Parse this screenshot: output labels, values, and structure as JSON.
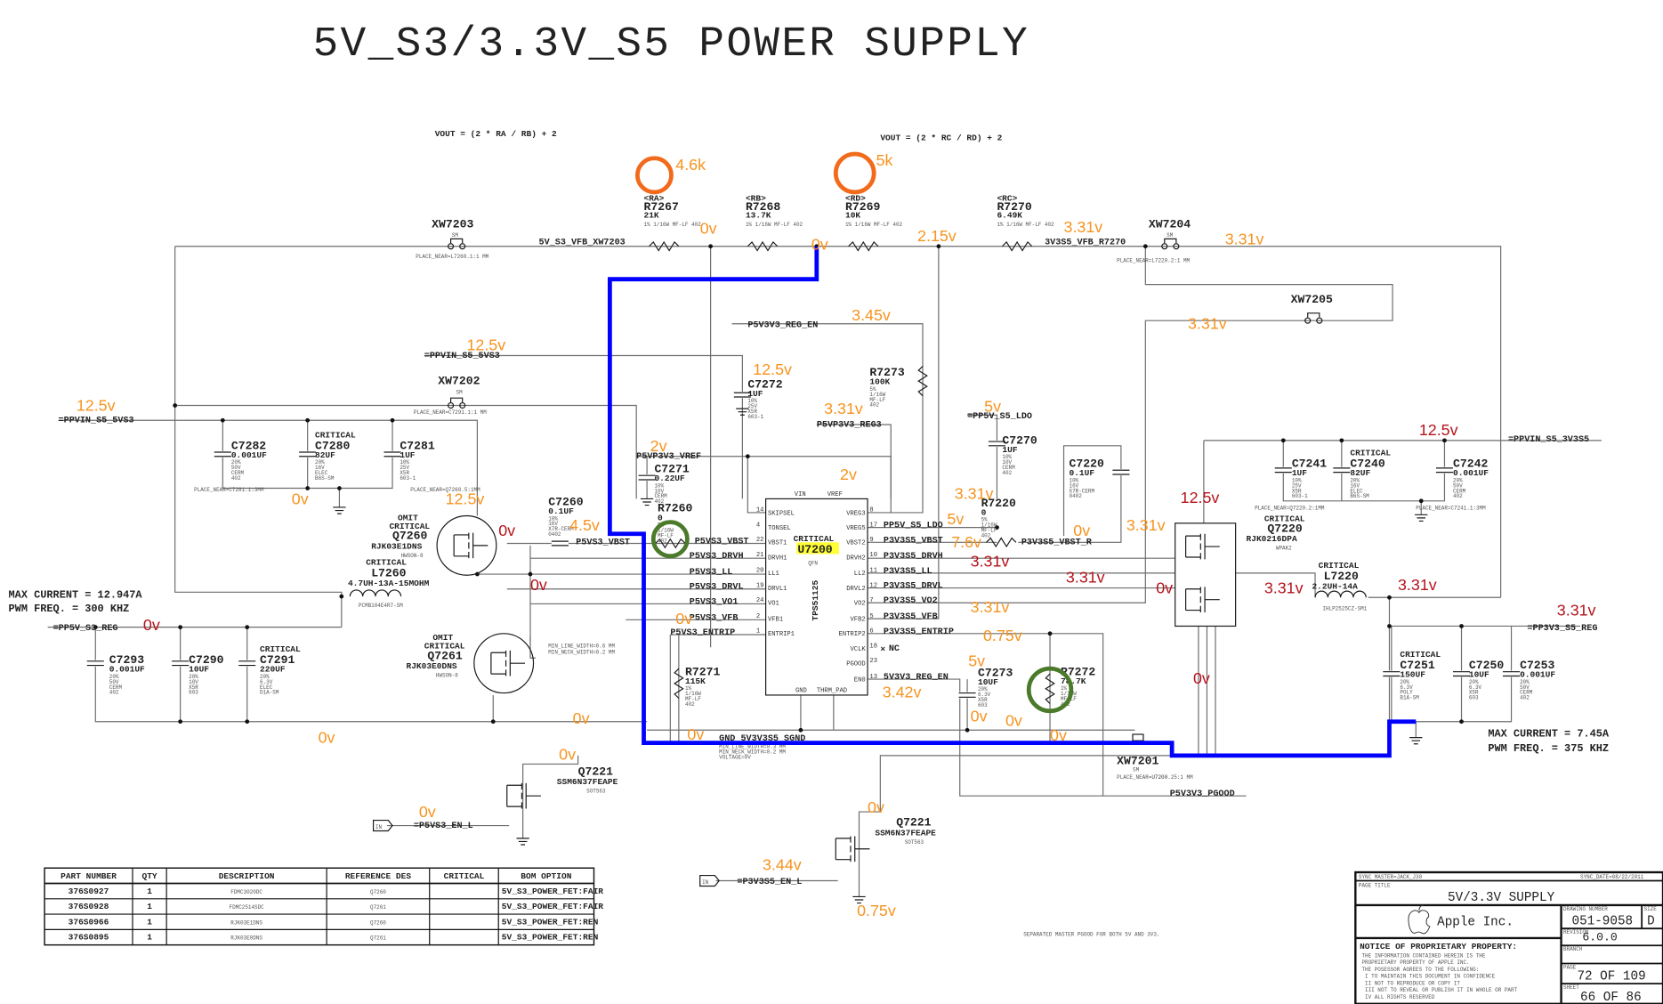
{
  "title": "5V_S3/3.3V_S5 POWER SUPPLY",
  "formulas": {
    "left": "VOUT = (2 * RA / RB) + 2",
    "right": "VOUT = (2 * RC / RD) + 2"
  },
  "colors": {
    "annotation_orange": "#f7931e",
    "annotation_red": "#b5121b",
    "highlight_path": "#0000ff",
    "green_marker": "#4a7a2a",
    "ref_highlight": "#ffff33"
  },
  "annotations": {
    "ra_measured": "4.6k",
    "rd_measured": "5k",
    "v": [
      "0v",
      "0v",
      "2.15v",
      "3.31v",
      "3.31v",
      "3.45v",
      "12.5v",
      "12.5v",
      "12.5v",
      "3.31v",
      "3.31v",
      "5v",
      "2v",
      "2v",
      "4.5v",
      "0v",
      "12.5v",
      "0v",
      "0v",
      "0v",
      "5v",
      "7.6v",
      "3.31v",
      "3.31v",
      "3.31v",
      "0.75v",
      "5v",
      "3.42v",
      "0v",
      "0v",
      "0v",
      "0v",
      "0v",
      "0v",
      "0v",
      "3.44v",
      "0.75v",
      "0v",
      "0v",
      "7.6v"
    ],
    "vr": [
      "12.5v",
      "12.5v",
      "0v",
      "3.31v",
      "3.31v",
      "3.31v",
      "0v",
      "3.31v",
      "0v",
      "0v"
    ]
  },
  "components": {
    "xw7203": {
      "ref": "XW7203",
      "type": "SM",
      "place": "PLACE_NEAR=L7260.1:1 MM"
    },
    "xw7204": {
      "ref": "XW7204",
      "type": "SM",
      "place": "PLACE_NEAR=L7220.2:1 MM"
    },
    "xw7205": {
      "ref": "XW7205"
    },
    "xw7202": {
      "ref": "XW7202",
      "type": "SM",
      "place": "PLACE_NEAR=C7291.1:1 MM"
    },
    "xw7201": {
      "ref": "XW7201",
      "type": "SM",
      "place_pre": "PLACE_NEAR=",
      "place_ref": "U7200",
      "place_post": ".25:1 MM"
    },
    "r7267": {
      "tag": "<RA>",
      "ref": "R7267",
      "value": "21K",
      "spec": "1% 1/16W MF-LF 402"
    },
    "r7268": {
      "tag": "<RB>",
      "ref": "R7268",
      "value": "13.7K",
      "spec": "1% 1/16W MF-LF 402"
    },
    "r7269": {
      "tag": "<RD>",
      "ref": "R7269",
      "value": "10K",
      "spec": "1% 1/16W MF-LF 402"
    },
    "r7270": {
      "tag": "<RC>",
      "ref": "R7270",
      "value": "6.49K",
      "spec": "1% 1/16W MF-LF 402"
    },
    "r7273": {
      "ref": "R7273",
      "value": "100K",
      "spec": "5% 1/16W MF-LF 402"
    },
    "r7260": {
      "ref": "R7260",
      "value": "0",
      "spec": "5% 1/16W MF-LF 402"
    },
    "r7220": {
      "ref": "R7220",
      "value": "0",
      "spec": "5% 1/16W MF-LF 402"
    },
    "r7271": {
      "ref": "R7271",
      "value": "115K",
      "spec": "1% 1/16W MF-LF 402"
    },
    "r7272": {
      "ref": "R7272",
      "value": "78.7K",
      "spec": "1% 1/16W MF-LF 402"
    },
    "c7272": {
      "ref": "C7272",
      "value": "1UF",
      "spec": "10% 25V X5R 603-1"
    },
    "c7271": {
      "ref": "C7271",
      "value": "0.22UF",
      "spec": "10% 10V CERM 402"
    },
    "c7270": {
      "ref": "C7270",
      "value": "1UF",
      "spec": "10% 10V CERM 402"
    },
    "c7260": {
      "ref": "C7260",
      "value": "0.1UF",
      "spec": "10% 16V X7R-CERM 0402"
    },
    "c7220": {
      "ref": "C7220",
      "value": "0.1UF",
      "spec": "10% 16V X7R-CERM 0402"
    },
    "c7273": {
      "ref": "C7273",
      "value": "10UF",
      "spec": "20% 6.3V X5R 603"
    },
    "c7282": {
      "ref": "C7282",
      "value": "0.001UF",
      "spec": "20% 50V CERM 402",
      "place": "PLACE_NEAR=C7281.1:3MM"
    },
    "c7280": {
      "tag": "CRITICAL",
      "ref": "C7280",
      "value": "82UF",
      "spec": "20% 16V ELEC B6S-SM"
    },
    "c7281": {
      "ref": "C7281",
      "value": "1UF",
      "spec": "10% 25V X5R 603-1",
      "place": "PLACE_NEAR=Q7260.5:1MM"
    },
    "c7241": {
      "ref": "C7241",
      "value": "1UF",
      "spec": "10% 25V X5R 603-1",
      "place": "PLACE_NEAR=Q7220.2:1MM"
    },
    "c7240": {
      "tag": "CRITICAL",
      "ref": "C7240",
      "value": "82UF",
      "spec": "20% 16V ELEC B6S-SM"
    },
    "c7242": {
      "ref": "C7242",
      "value": "0.001UF",
      "spec": "20% 50V CERM 402",
      "place": "PLACE_NEAR=C7241.1:3MM"
    },
    "c7293": {
      "ref": "C7293",
      "value": "0.001UF",
      "spec": "20% 50V CERM 402"
    },
    "c7290": {
      "ref": "C7290",
      "value": "10UF",
      "spec": "20% 10V X5R 603"
    },
    "c7291": {
      "tag": "CRITICAL",
      "ref": "C7291",
      "value": "220UF",
      "spec": "20% 6.3V ELEC D1A-SM"
    },
    "c7251": {
      "tag": "CRITICAL",
      "ref": "C7251",
      "value": "150UF",
      "spec": "20% 6.3V POLY B1A-SM"
    },
    "c7250": {
      "ref": "C7250",
      "value": "10UF",
      "spec": "20% 6.3V X5R 603"
    },
    "c7253": {
      "ref": "C7253",
      "value": "0.001UF",
      "spec": "20% 50V CERM 402"
    },
    "q7260": {
      "omit": "OMIT",
      "tag": "CRITICAL",
      "ref": "Q7260",
      "part": "RJK03E1DNS",
      "pkg": "HWSON-8"
    },
    "q7261": {
      "omit": "OMIT",
      "tag": "CRITICAL",
      "ref": "Q7261",
      "part": "RJK03E0DNS",
      "pkg": "HWSON-8"
    },
    "q7220": {
      "tag": "CRITICAL",
      "ref": "Q7220",
      "part": "RJK0216DPA",
      "pkg": "WPAK2"
    },
    "q7221a": {
      "ref": "Q7221",
      "part": "SSM6N37FEAPE",
      "pkg": "SOT563"
    },
    "q7221b": {
      "ref": "Q7221",
      "part": "SSM6N37FEAPE",
      "pkg": "SOT563"
    },
    "l7260": {
      "tag": "CRITICAL",
      "ref": "L7260",
      "value": "4.7UH-13A-15MOHM",
      "pkg": "PCMB104E4R7-SM"
    },
    "l7220": {
      "tag": "CRITICAL",
      "ref": "L7220",
      "value": "2.2UH-14A",
      "pkg": "IHLP2525CZ-SM1"
    },
    "u7200": {
      "tag": "CRITICAL",
      "ref": "U7200",
      "pkg": "QFN",
      "part": "TPS51125",
      "left_pins": [
        [
          "14",
          "SKIPSEL"
        ],
        [
          "4",
          "TONSEL"
        ],
        [
          "22",
          "VBST1"
        ],
        [
          "21",
          "DRVH1"
        ],
        [
          "20",
          "LL1"
        ],
        [
          "19",
          "DRVL1"
        ],
        [
          "24",
          "VO1"
        ],
        [
          "2",
          "VFB1"
        ],
        [
          "1",
          "ENTRIP1"
        ]
      ],
      "right_pins": [
        [
          "8",
          "VREG3"
        ],
        [
          "17",
          "VREG5"
        ],
        [
          "9",
          "VBST2"
        ],
        [
          "10",
          "DRVH2"
        ],
        [
          "11",
          "LL2"
        ],
        [
          "12",
          "DRVL2"
        ],
        [
          "7",
          "VO2"
        ],
        [
          "5",
          "VFB2"
        ],
        [
          "6",
          "ENTRIP2"
        ],
        [
          "18",
          "VCLK"
        ],
        [
          "23",
          "PGOOD"
        ],
        [
          "13",
          "EN0"
        ]
      ],
      "top_pins": [
        [
          "16",
          "VIN"
        ],
        [
          "3",
          "VREF"
        ]
      ],
      "bottom_pins": [
        [
          "15",
          "GND"
        ],
        [
          "25",
          "THRM_PAD"
        ]
      ]
    }
  },
  "nets": {
    "vfb_xw7203": "5V_S3_VFB_XW7203",
    "vfb_r7270": "3V3S5_VFB_R7270",
    "reg_en_top": "P5V3V3_REG_EN",
    "ppvin_5vs3_a": "=PPVIN_S5_5VS3",
    "ppvin_5vs3_b": "=PPVIN_S5_5VS3",
    "vref": "P5VP3V3_VREF",
    "reg3": "P5VP3V3_REG3",
    "ldo_top": "=PP5V_S5_LDO",
    "ppvin_3v3": "=PPVIN_S5_3V3S5",
    "pp5v_reg": "=PP5V_S3_REG",
    "pp3v3_reg": "=PP3V3_S5_REG",
    "left": [
      "P5VS3_VBST",
      "P5VS3_DRVH",
      "P5VS3_LL",
      "P5VS3_DRVL",
      "P5VS3_VO1",
      "P5VS3_VFB",
      "P5VS3_ENTRIP"
    ],
    "right": [
      "PP5V_S5_LDO",
      "P3V3S5_VBST",
      "P3V3S5_DRVH",
      "P3V3S5_LL",
      "P3V3S5_DRVL",
      "P3V3S5_VO2",
      "P3V3S5_VFB",
      "P3V3S5_ENTRIP",
      "NC",
      "5V3V3_REG_EN"
    ],
    "vbst_r": "P3V3S5_VBST_R",
    "vbst_c7260": "P5VS3_VBST",
    "pgood": "P5V3V3_PGOOD",
    "en_5v": "=P5VS3_EN_L",
    "en_3v": "=P3V3S5_EN_L",
    "sgnd": "GND_5V3V3S5_SGND",
    "sgnd_rules": [
      "MIN_LINE_WIDTH=0.3 MM",
      "MIN_NECK_WIDTH=0.2 MM",
      "VOLTAGE=0V"
    ],
    "width_rule": [
      "MIN_LINE_WIDTH=0.6 MM",
      "MIN_NECK_WIDTH=0.2 MM"
    ],
    "separated_note": "SEPARATED MASTER PGOOD FOR BOTH 5V AND 3V3.",
    "connector": "IN"
  },
  "notes": {
    "left_max_current": "MAX CURRENT = 12.947A",
    "left_pwm": "PWM FREQ. = 300 KHZ",
    "right_max_current": "MAX CURRENT = 7.45A",
    "right_pwm": "PWM FREQ. = 375 KHZ"
  },
  "bom_table": {
    "headers": [
      "PART NUMBER",
      "QTY",
      "DESCRIPTION",
      "REFERENCE DES",
      "CRITICAL",
      "BOM OPTION"
    ],
    "rows": [
      [
        "376S0927",
        "1",
        "FDMC3020DC",
        "Q7260",
        "",
        "5V_S3_POWER_FET:FAIR"
      ],
      [
        "376S0928",
        "1",
        "FDMC2514SDC",
        "Q7261",
        "",
        "5V_S3_POWER_FET:FAIR"
      ],
      [
        "376S0966",
        "1",
        "RJK03E1DNS",
        "Q7260",
        "",
        "5V_S3_POWER_FET:REN"
      ],
      [
        "376S0895",
        "1",
        "RJK03E0DNS",
        "Q7261",
        "",
        "5V_S3_POWER_FET:REN"
      ]
    ]
  },
  "title_block": {
    "sync_master": "SYNC MASTER=JACK_J30",
    "sync_date": "SYNC_DATE=08/22/2011",
    "page_title_label": "PAGE TITLE",
    "page_title": "5V/3.3V SUPPLY",
    "company": "Apple Inc.",
    "drawing_number_label": "DRAWING NUMBER",
    "drawing_number": "051-9058",
    "size_label": "SIZE",
    "size": "D",
    "revision_label": "REVISION",
    "revision": "6.0.0",
    "branch_label": "BRANCH",
    "page_label": "PAGE",
    "page": "72 OF 109",
    "sheet_label": "SHEET",
    "sheet": "66 OF 86",
    "notice_title": "NOTICE OF PROPRIETARY PROPERTY:",
    "notice_lines": [
      "THE INFORMATION CONTAINED HEREIN IS THE",
      "PROPRIETARY PROPERTY OF APPLE INC.",
      "THE POSESSOR AGREES TO THE FOLLOWING:",
      "I TO MAINTAIN THIS DOCUMENT IN CONFIDENCE",
      "II NOT TO REPRODUCE OR COPY IT",
      "III NOT TO REVEAL OR PUBLISH IT IN WHOLE OR PART",
      "IV ALL RIGHTS RESERVED"
    ]
  }
}
